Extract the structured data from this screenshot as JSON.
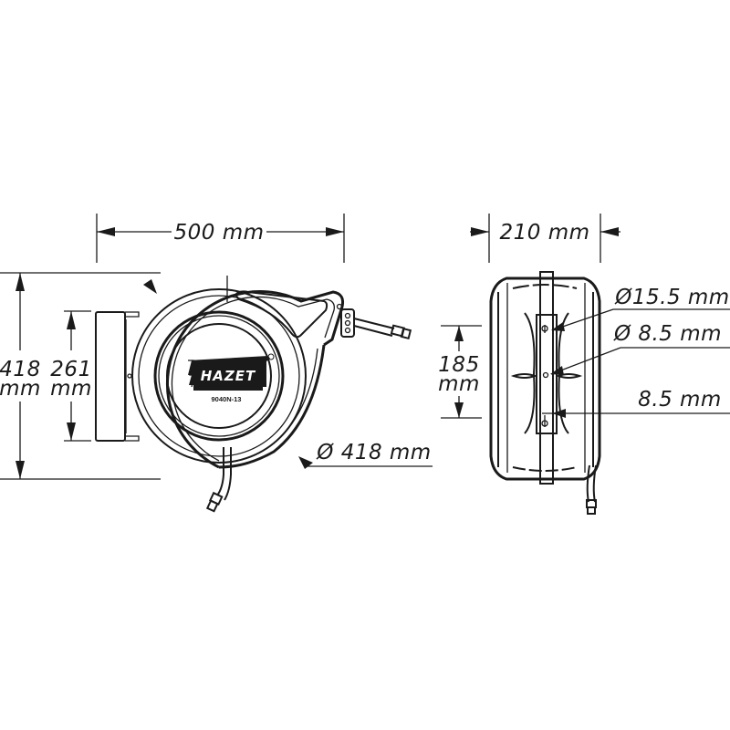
{
  "title": "Hose reel dimension drawing",
  "brand": "HAZET",
  "model": "9040N-13",
  "colors": {
    "line": "#1a1a1a",
    "background": "#ffffff"
  },
  "front_view": {
    "width_label": "500 mm",
    "height_label_value": "418",
    "height_label_unit": "mm",
    "bracket_height_value": "261",
    "bracket_height_unit": "mm",
    "diameter_label": "Ø 418 mm"
  },
  "side_view": {
    "depth_label": "210 mm",
    "hole_spacing_value": "185",
    "hole_spacing_unit": "mm",
    "callouts": [
      {
        "label": "Ø15.5 mm"
      },
      {
        "label": "Ø 8.5 mm"
      },
      {
        "label": "8.5 mm"
      }
    ]
  }
}
